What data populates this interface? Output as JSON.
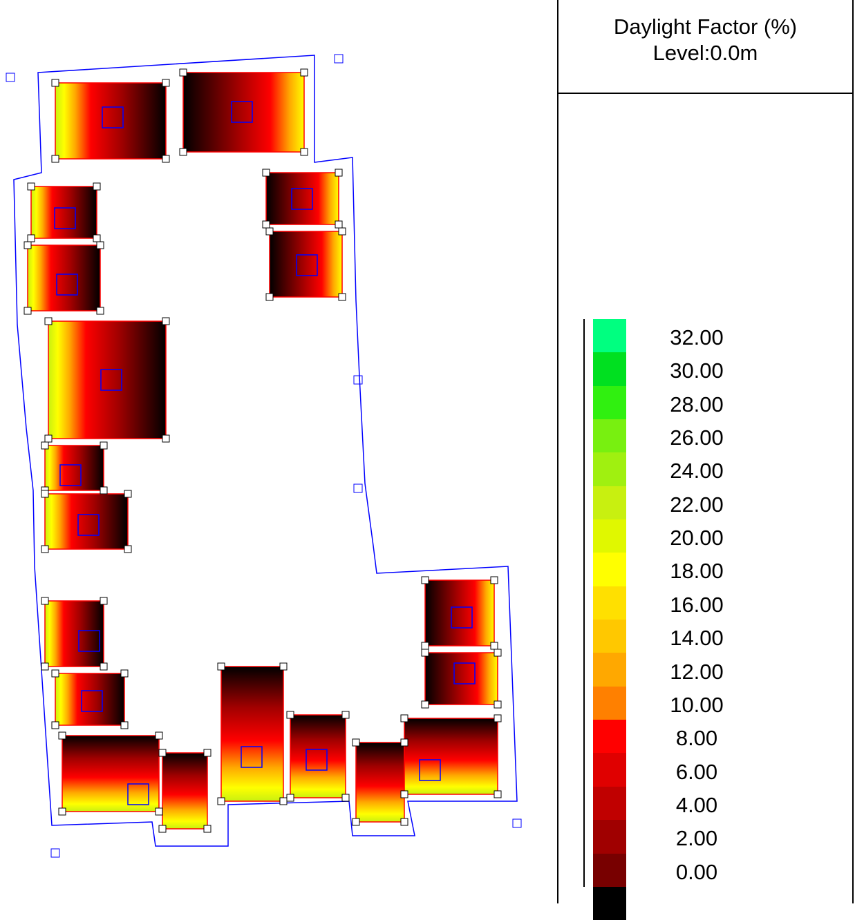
{
  "legend": {
    "title": "Daylight Factor (%)",
    "subtitle": "Level:0.0m",
    "ticks": [
      "32.00",
      "30.00",
      "28.00",
      "26.00",
      "24.00",
      "22.00",
      "20.00",
      "18.00",
      "16.00",
      "14.00",
      "12.00",
      "10.00",
      "8.00",
      "6.00",
      "4.00",
      "2.00",
      "0.00"
    ],
    "bands_top_to_bottom": [
      "#00ff80",
      "#00e020",
      "#30f010",
      "#78f010",
      "#a0f010",
      "#c8f010",
      "#e0f800",
      "#ffff00",
      "#ffe000",
      "#ffc800",
      "#ffa800",
      "#ff8000",
      "#ff0000",
      "#e00000",
      "#c00000",
      "#a00000",
      "#780000",
      "#000000"
    ]
  },
  "colors": {
    "wall": "#ff0000",
    "outline": "#0000ff",
    "node_fill": "#ffffff",
    "node_stroke": "#000000",
    "dark": "#000000"
  }
}
